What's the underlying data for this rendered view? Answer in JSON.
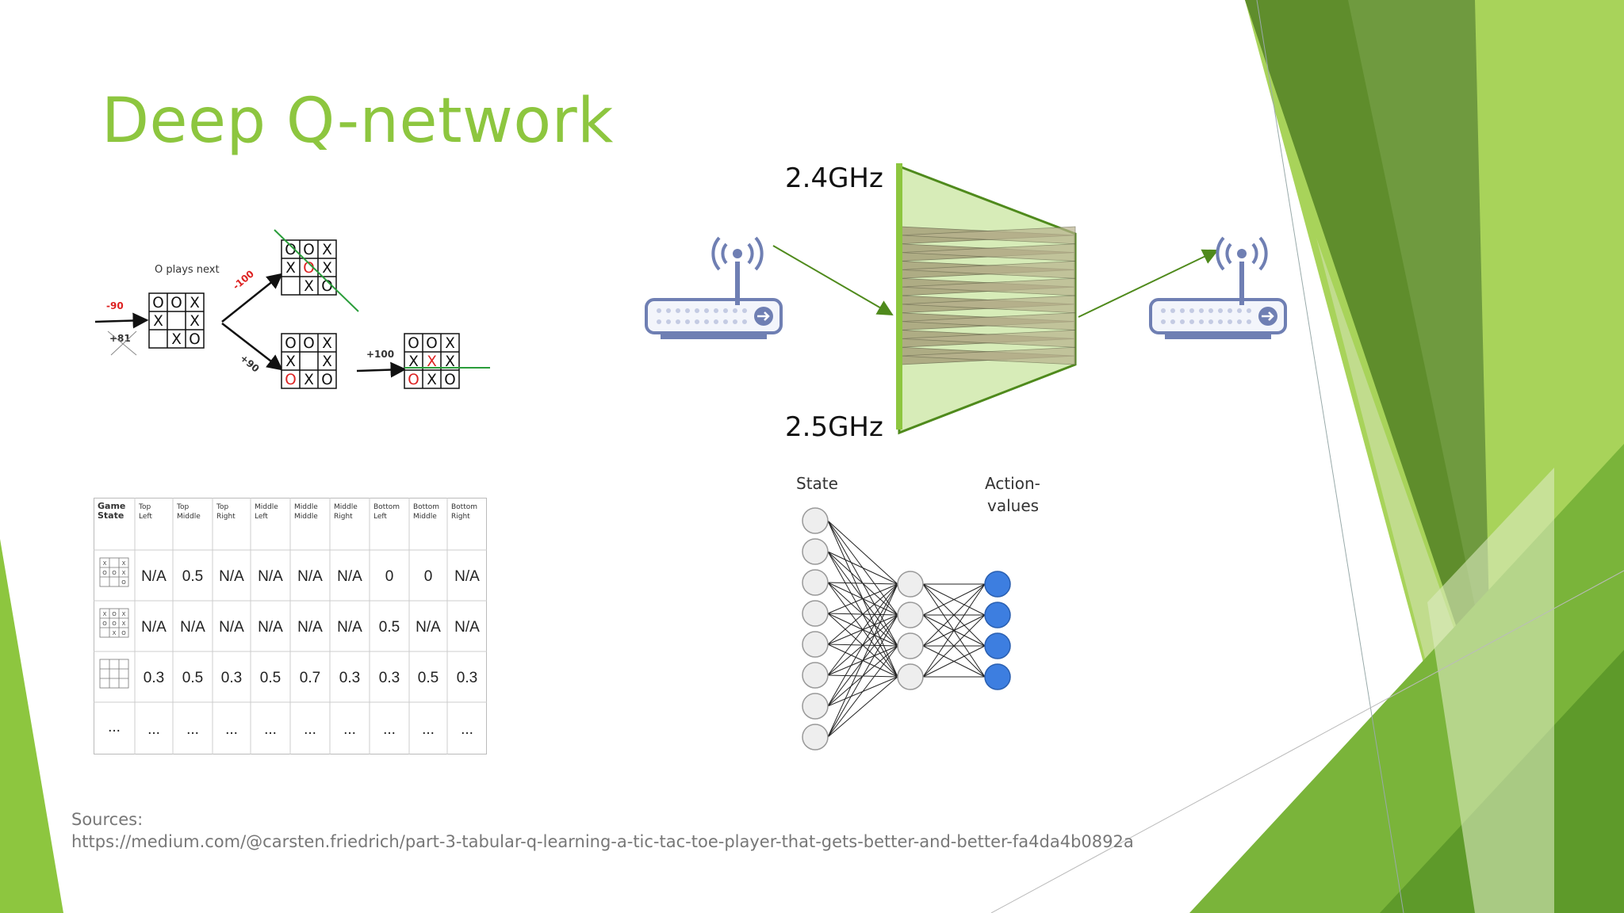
{
  "slide": {
    "title": "Deep Q-network",
    "sources_label": "Sources:",
    "sources_url": "https://medium.com/@carsten.friedrich/part-3-tabular-q-learning-a-tic-tac-toe-player-that-gets-better-and-better-fa4da4b0892a"
  },
  "tictactoe": {
    "caption": "O plays next",
    "in_scores": {
      "red": "-90",
      "crossed": "+81"
    },
    "start_board": [
      "O",
      "O",
      "X",
      "X",
      "",
      "X",
      "",
      "X",
      "O"
    ],
    "upper_branch": {
      "score": "-100",
      "board": [
        "O",
        "O",
        "X",
        "X",
        "O",
        "X",
        "",
        "X",
        "O"
      ],
      "red_cell": 4
    },
    "lower_branch": {
      "score": "+90",
      "board": [
        "O",
        "O",
        "X",
        "X",
        "",
        "X",
        "O",
        "X",
        "O"
      ],
      "red_cell": 6
    },
    "final": {
      "score": "+100",
      "board": [
        "O",
        "O",
        "X",
        "X",
        "X",
        "X",
        "O",
        "X",
        "O"
      ],
      "red_cells": [
        4,
        6
      ]
    }
  },
  "qtable": {
    "headers": [
      "Game State",
      "Top Left",
      "Top Middle",
      "Top Right",
      "Middle Left",
      "Middle Middle",
      "Middle Right",
      "Bottom Left",
      "Bottom Middle",
      "Bottom Right"
    ],
    "rows": [
      [
        "N/A",
        "0.5",
        "N/A",
        "N/A",
        "N/A",
        "N/A",
        "0",
        "0",
        "N/A"
      ],
      [
        "N/A",
        "N/A",
        "N/A",
        "N/A",
        "N/A",
        "N/A",
        "0.5",
        "N/A",
        "N/A"
      ],
      [
        "0.3",
        "0.5",
        "0.3",
        "0.5",
        "0.7",
        "0.3",
        "0.3",
        "0.5",
        "0.3"
      ],
      [
        "...",
        "...",
        "...",
        "...",
        "...",
        "...",
        "...",
        "...",
        "..."
      ]
    ],
    "row_states": [
      [
        "X",
        "",
        "X",
        "O",
        "O",
        "X",
        "",
        "",
        "O"
      ],
      [
        "X",
        "O",
        "X",
        "O",
        "O",
        "X",
        "",
        "X",
        "O"
      ],
      [
        "",
        "",
        "",
        "",
        "",
        "",
        "",
        "",
        ""
      ]
    ],
    "row_ellipsis": "..."
  },
  "wifi": {
    "freq_top": "2.4GHz",
    "freq_bottom": "2.5GHz"
  },
  "network": {
    "state_label": "State",
    "action_label_line1": "Action-",
    "action_label_line2": "values",
    "layers": [
      8,
      4,
      4
    ],
    "colors": {
      "node": "#eeeeee",
      "output": "#3d7ee0"
    }
  },
  "colors": {
    "accent": "#8dc63f",
    "dark_green": "#5f8d2c",
    "light_green": "#c7df9a"
  }
}
